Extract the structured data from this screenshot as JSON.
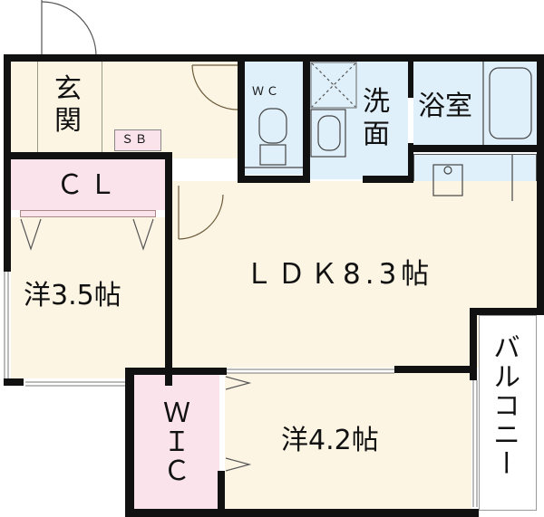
{
  "floorplan": {
    "colors": {
      "wood_floor": "#fdf5e4",
      "wet_area": "#dff0fa",
      "storage": "#fbe3ec",
      "wall": "#111111",
      "balcony": "#ffffff"
    },
    "rooms": {
      "entrance": {
        "label": "玄関"
      },
      "shoe_box": {
        "label": "ＳＢ"
      },
      "closet": {
        "label": "ＣＬ"
      },
      "western_room_1": {
        "label": "洋3.5帖"
      },
      "wc": {
        "label": "ＷＣ"
      },
      "washroom": {
        "label": "洗面"
      },
      "bathroom": {
        "label": "浴室"
      },
      "ldk": {
        "label": "ＬＤＫ8.3帖"
      },
      "walk_in_closet": {
        "label": "ＷＩＣ"
      },
      "western_room_2": {
        "label": "洋4.2帖"
      },
      "balcony": {
        "label": "バルコニー"
      }
    }
  }
}
